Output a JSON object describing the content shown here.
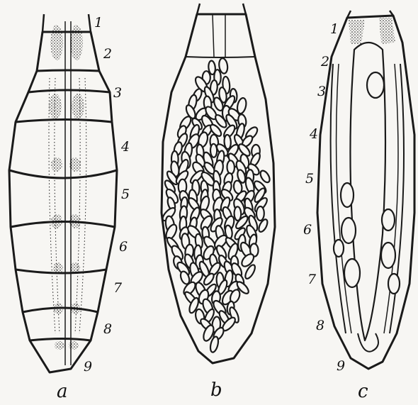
{
  "figure": {
    "ink_color": "#1a1a1a",
    "paper_color": "#f7f6f3",
    "panels": [
      {
        "id": "a",
        "label": "a",
        "segment_labels": [
          "1",
          "2",
          "3",
          "4",
          "5",
          "6",
          "7",
          "8",
          "9"
        ]
      },
      {
        "id": "b",
        "label": "b",
        "segment_labels": []
      },
      {
        "id": "c",
        "label": "c",
        "segment_labels": [
          "1",
          "2",
          "3",
          "4",
          "5",
          "6",
          "7",
          "8",
          "9"
        ]
      }
    ]
  }
}
